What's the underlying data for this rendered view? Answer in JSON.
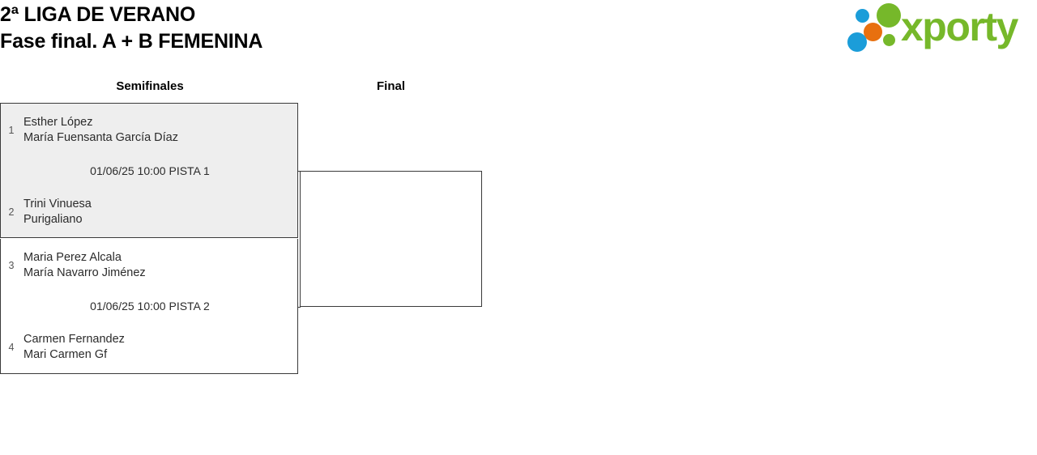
{
  "header": {
    "title_line1": "2ª LIGA DE VERANO",
    "title_line2": "Fase final. A + B FEMENINA",
    "logo_word": "xporty",
    "logo_colors": {
      "green": "#76b82a",
      "blue": "#1b9dd9",
      "orange": "#e8700f"
    }
  },
  "bracket": {
    "rounds": [
      {
        "label": "Semifinales"
      },
      {
        "label": "Final"
      }
    ],
    "matches": [
      {
        "id": "semifinal-1",
        "shaded": true,
        "schedule": "01/06/25 10:00 PISTA 1",
        "teams": [
          {
            "seed": "1",
            "player1": "Esther López",
            "player2": "María Fuensanta García Díaz"
          },
          {
            "seed": "2",
            "player1": "Trini Vinuesa",
            "player2": "Purigaliano"
          }
        ]
      },
      {
        "id": "semifinal-2",
        "shaded": false,
        "schedule": "01/06/25 10:00 PISTA 2",
        "teams": [
          {
            "seed": "3",
            "player1": "Maria Perez Alcala",
            "player2": "María Navarro Jiménez"
          },
          {
            "seed": "4",
            "player1": "Carmen Fernandez",
            "player2": "Mari Carmen Gf"
          }
        ]
      }
    ],
    "final": {
      "id": "final-match",
      "schedule": "",
      "teams": [
        {
          "seed": "",
          "player1": "",
          "player2": ""
        },
        {
          "seed": "",
          "player1": "",
          "player2": ""
        }
      ]
    }
  }
}
